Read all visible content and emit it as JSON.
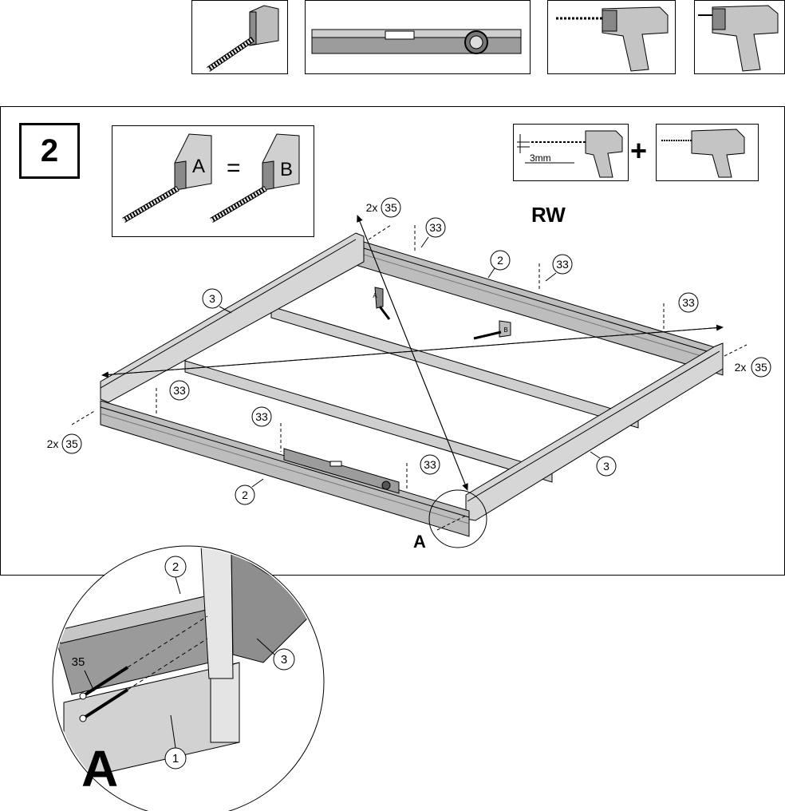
{
  "step": {
    "number": "2"
  },
  "equal_measure": {
    "left_letter": "A",
    "equals": "=",
    "right_letter": "B"
  },
  "drill_info": {
    "diameter": "3mm",
    "plus": "+"
  },
  "side_label": "RW",
  "callouts": {
    "c35_top": "35",
    "c35_top_qty": "2x",
    "c35_right": "35",
    "c35_right_qty": "2x",
    "c35_left": "35",
    "c35_left_qty": "2x",
    "c33_a": "33",
    "c33_b": "33",
    "c33_c": "33",
    "c33_d": "33",
    "c33_e": "33",
    "c33_f": "33",
    "p2_back": "2",
    "p2_front": "2",
    "p3_left": "3",
    "p3_right": "3",
    "detail_letter": "A",
    "tape_a": "A",
    "tape_b": "B"
  },
  "detail": {
    "p2": "2",
    "p3": "3",
    "p35": "35",
    "p1": "1",
    "letter": "A"
  },
  "icons": [
    "tape-measure-icon",
    "spirit-level-icon",
    "drill-icon",
    "screwdriver-drill-icon"
  ],
  "colors": {
    "wood_light": "#d6d6d6",
    "wood_mid": "#b8b8b8",
    "wood_dark": "#8a8a8a",
    "line": "#000000"
  }
}
